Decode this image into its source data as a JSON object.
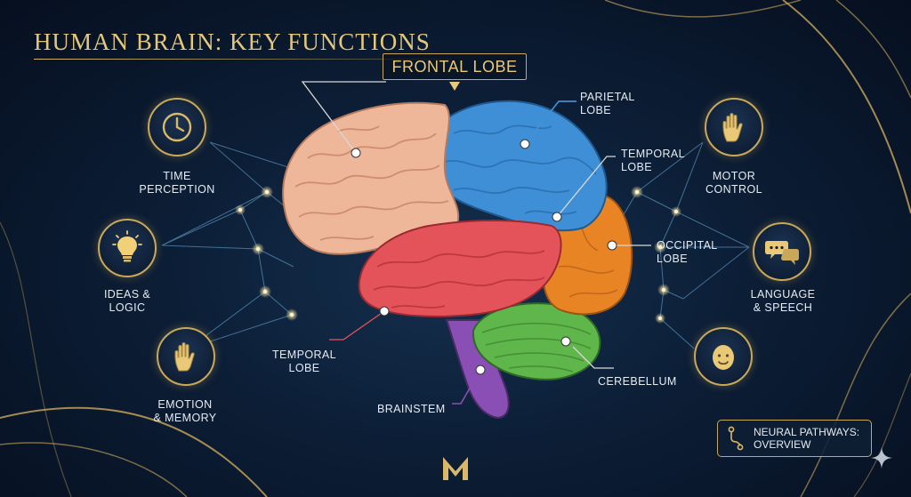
{
  "title": "HUMAN BRAIN: KEY FUNCTIONS",
  "lobes": {
    "frontal": "FRONTAL LOBE",
    "parietal": [
      "PARIETAL",
      "LOBE"
    ],
    "temporal_upper": [
      "TEMPORAL",
      "LOBE"
    ],
    "occipital": [
      "OCCIPITAL",
      "LOBE"
    ],
    "temporal_lower": [
      "TEMPORAL",
      "LOBE"
    ],
    "brainstem": "BRAINSTEM",
    "cerebellum": "CEREBELLUM"
  },
  "functions": {
    "time_perception": [
      "TIME",
      "PERCEPTION"
    ],
    "ideas_logic": [
      "IDEAS &",
      "LOGIC"
    ],
    "emotion_memory": [
      "EMOTION",
      "& MEMORY"
    ],
    "motor_control": [
      "MOTOR",
      "CONTROL"
    ],
    "language_speech": [
      "LANGUAGE",
      "& SPEECH"
    ]
  },
  "overview": [
    "NEURAL PATHWAYS:",
    "OVERVIEW"
  ],
  "logo": "M",
  "colors": {
    "gold": "#c9a85a",
    "frontal": "#efb79a",
    "parietal": "#3f8fd6",
    "temporal": "#e5535a",
    "occipital": "#e98425",
    "cerebellum": "#5fb64a",
    "brainstem": "#8a4fb5"
  },
  "icons": [
    "clock-icon",
    "lightbulb-icon",
    "hand-icon",
    "hand-icon",
    "speech-bubbles-icon",
    "face-icon",
    "pathway-icon",
    "sparkle-icon"
  ]
}
